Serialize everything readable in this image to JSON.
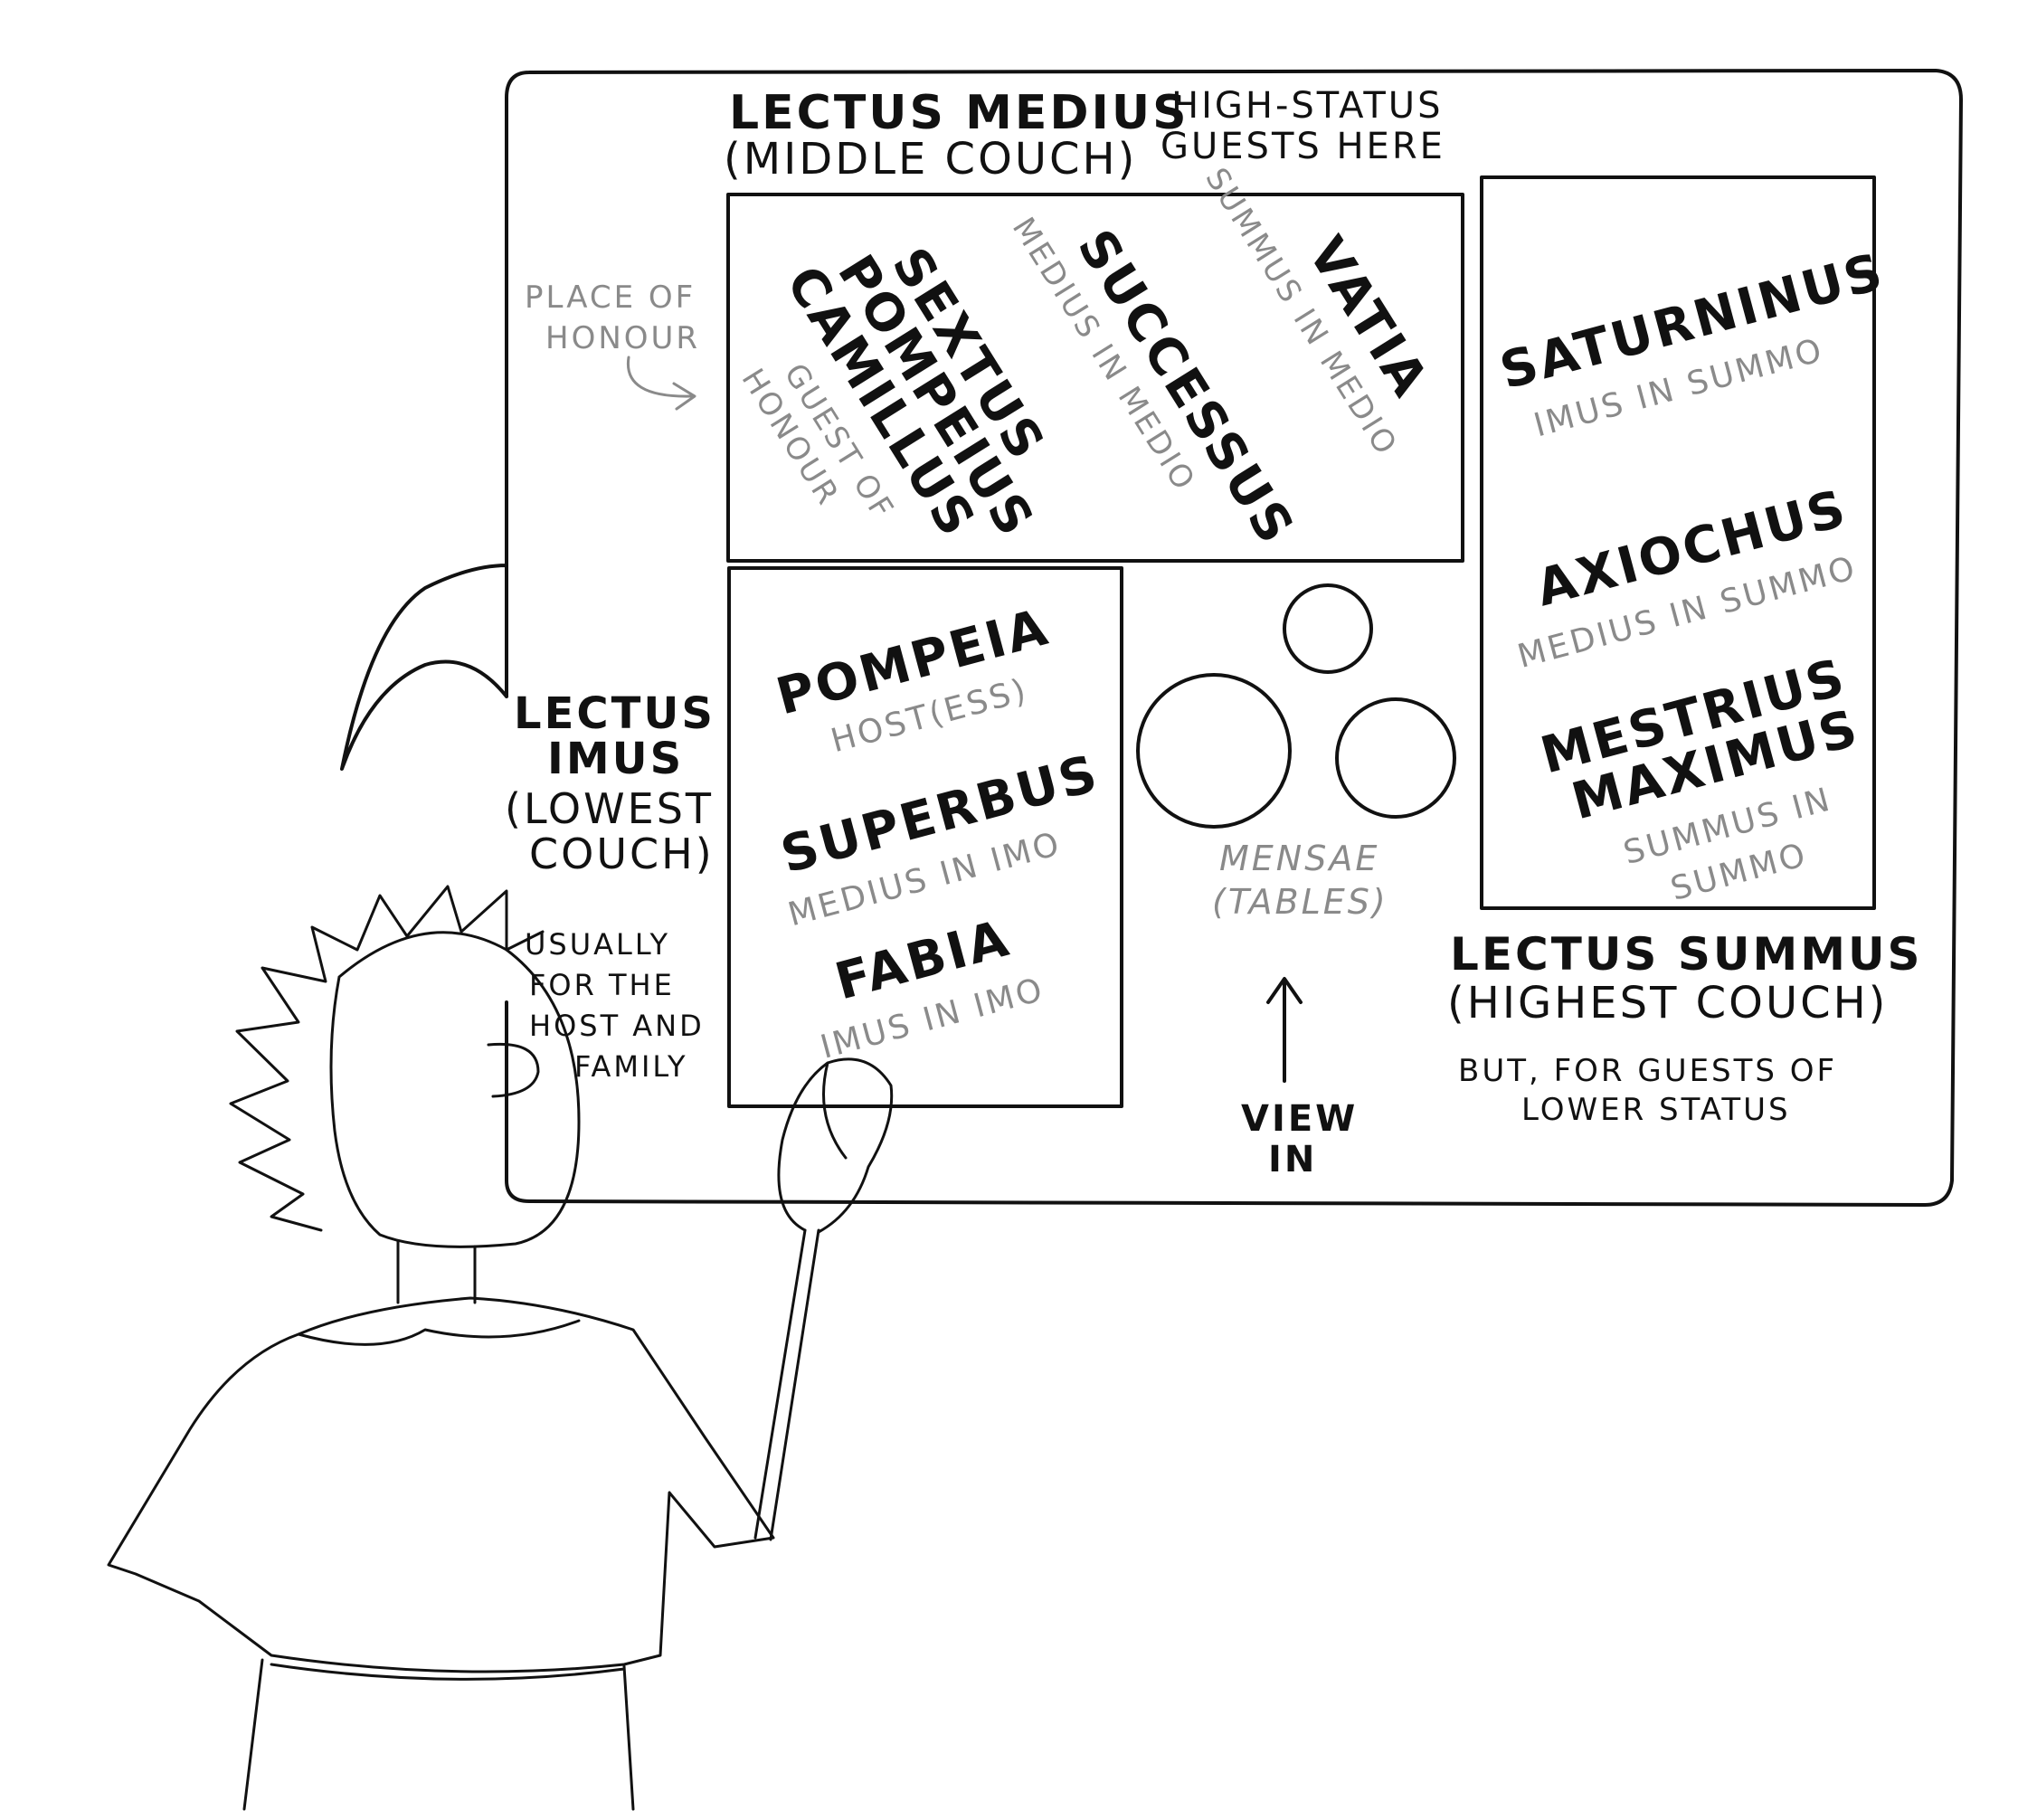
{
  "lectus_medius": {
    "title": "LECTUS MEDIUS",
    "subtitle": "(MIDDLE COUCH)",
    "note_line1": "HIGH-STATUS",
    "note_line2": "GUESTS HERE",
    "place_of_honour_line1": "PLACE OF",
    "place_of_honour_line2": "HONOUR",
    "guests": [
      {
        "name_lines": [
          "SEXTUS",
          "POMPEIUS",
          "CAMILLUS"
        ],
        "role_lines": [
          "GUEST OF",
          "HONOUR"
        ]
      },
      {
        "name_lines": [
          "SUCCESSUS"
        ],
        "role_lines": [
          "MEDIUS IN MEDIO"
        ]
      },
      {
        "name_lines": [
          "VATIA"
        ],
        "role_lines": [
          "SUMMUS IN MEDIO"
        ]
      }
    ]
  },
  "lectus_imus": {
    "title_line1": "LECTUS",
    "title_line2": "IMUS",
    "subtitle_line1": "(LOWEST",
    "subtitle_line2": "COUCH)",
    "note_lines": [
      "USUALLY",
      "FOR THE",
      "HOST AND",
      "FAMILY"
    ],
    "guests": [
      {
        "name": "POMPEIA",
        "role": "HOST(ESS)"
      },
      {
        "name": "SUPERBUS",
        "role": "MEDIUS IN IMO"
      },
      {
        "name": "FABIA",
        "role": "IMUS IN IMO"
      }
    ]
  },
  "lectus_summus": {
    "title": "LECTUS SUMMUS",
    "subtitle": "(HIGHEST COUCH)",
    "note_line1": "BUT, FOR GUESTS OF",
    "note_line2": "LOWER STATUS",
    "guests": [
      {
        "name_lines": [
          "SATURNINUS"
        ],
        "role_lines": [
          "IMUS IN SUMMO"
        ]
      },
      {
        "name_lines": [
          "AXIOCHUS"
        ],
        "role_lines": [
          "MEDIUS IN SUMMO"
        ]
      },
      {
        "name_lines": [
          "MESTRIUS",
          "MAXIMUS"
        ],
        "role_lines": [
          "SUMMUS IN",
          "SUMMO"
        ]
      }
    ]
  },
  "mensae": {
    "label": "MENSAE",
    "sublabel": "(TABLES)"
  },
  "view_in": {
    "line1": "VIEW",
    "line2": "IN"
  }
}
